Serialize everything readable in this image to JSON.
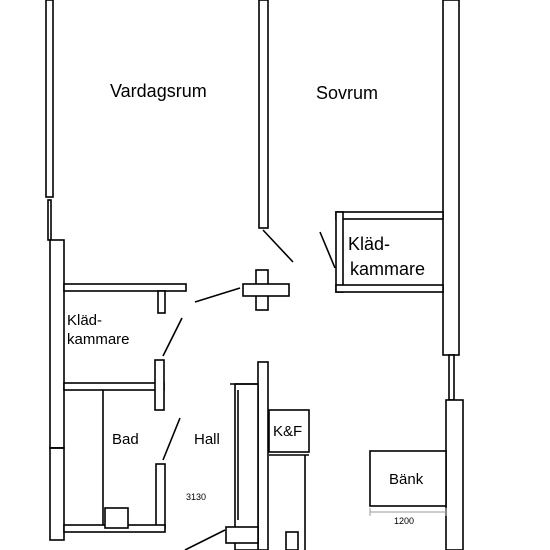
{
  "rooms": {
    "vardagsrum": "Vardagsrum",
    "sovrum": "Sovrum",
    "kladkammare_right_line1": "Kläd-",
    "kladkammare_right_line2": "kammare",
    "kladkammare_left_line1": "Kläd-",
    "kladkammare_left_line2": "kammare",
    "bad": "Bad",
    "hall": "Hall",
    "kf": "K&F",
    "bank": "Bänk"
  },
  "dimensions": {
    "hall_width": "3130",
    "bench_width": "1200"
  }
}
